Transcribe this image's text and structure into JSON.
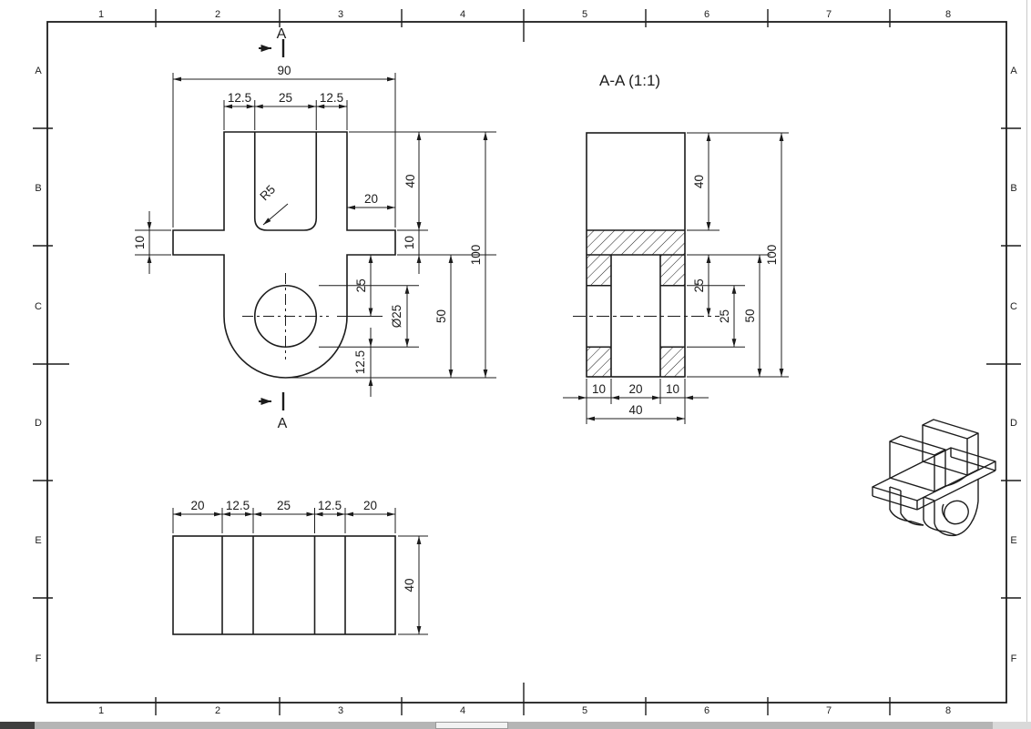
{
  "sheet": {
    "zone_cols": [
      "1",
      "2",
      "3",
      "4",
      "5",
      "6",
      "7",
      "8"
    ],
    "zone_rows": [
      "A",
      "B",
      "C",
      "D",
      "E",
      "F"
    ]
  },
  "colors": {
    "line": "#1c1c1c",
    "bg": "#ffffff",
    "viewport_edge": "#c9c9c9",
    "scroll_track": "#b5b5b5",
    "scroll_thumb": "#f2f2f2",
    "scroll_corner": "#3f3f3f"
  },
  "cut": {
    "top": "A",
    "bottom": "A"
  },
  "front": {
    "w_total": "90",
    "w_seg1": "12.5",
    "w_seg2": "25",
    "w_seg3": "12.5",
    "fillet": "R5",
    "tab_w": "20",
    "h_upper": "40",
    "tab_h_right": "10",
    "tab_h_left": "10",
    "h_total": "100",
    "hole_offset": "25",
    "hole_dia": "Ø25",
    "h_lug": "50",
    "hole_bottom": "12.5"
  },
  "section": {
    "label": "A-A (1:1)",
    "h_upper": "40",
    "h_total": "100",
    "off_a": "25",
    "off_b": "25",
    "h_lug": "50",
    "wall_l": "10",
    "gap": "20",
    "wall_r": "10",
    "depth": "40"
  },
  "bottom": {
    "seg1": "20",
    "seg2": "12.5",
    "seg3": "25",
    "seg4": "12.5",
    "seg5": "20",
    "depth": "40"
  }
}
